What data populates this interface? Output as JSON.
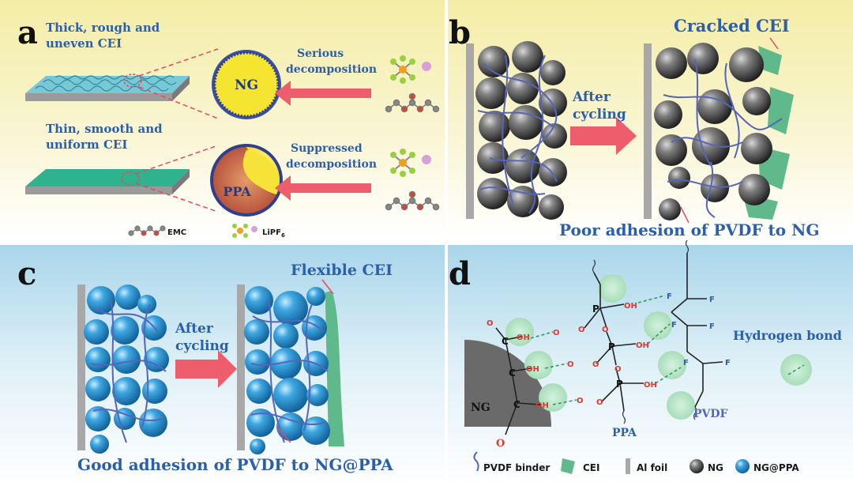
{
  "panels": {
    "a": {
      "letter": "a",
      "thick_cei": [
        "Thick, rough and",
        "uneven CEI"
      ],
      "thin_cei": [
        "Thin, smooth and",
        "uniform CEI"
      ],
      "ng_label": "NG",
      "ppa_label": "PPA",
      "serious": [
        "Serious",
        "decomposition"
      ],
      "suppressed": [
        "Suppressed",
        "decomposition"
      ],
      "emc_label": "EMC",
      "lipf6_label": "LiPF",
      "lipf6_sub": "6"
    },
    "b": {
      "letter": "b",
      "after_cycling": [
        "After",
        "cycling"
      ],
      "cracked_cei": "Cracked CEI",
      "poor_adhesion": "Poor adhesion of PVDF to NG"
    },
    "c": {
      "letter": "c",
      "after_cycling": [
        "After",
        "cycling"
      ],
      "flexible_cei": "Flexible CEI",
      "good_adhesion": "Good adhesion of PVDF to NG@PPA"
    },
    "d": {
      "letter": "d",
      "ng_label": "NG",
      "ppa_label": "PPA",
      "pvdf_label": "PVDF",
      "hydrogen_bond": "Hydrogen bond",
      "atoms": {
        "O": "O",
        "OH": "OH",
        "F": "F",
        "P": "P",
        "C": "C"
      }
    }
  },
  "legend": {
    "pvdf_binder": "PVDF binder",
    "cei": "CEI",
    "al_foil": "Al foil",
    "ng": "NG",
    "ng_ppa": "NG@PPA"
  },
  "colors": {
    "top_band": "#f6f0b4",
    "bottom_band": "#bfe0ee",
    "arrow": "#ee5d6c",
    "blue_text": "#2a5fae",
    "pvdf_line": "#5566b8",
    "cei_green": "#5fb98a",
    "foil": "#a8a8a8",
    "ng_sphere": "#555555",
    "ngppa_sphere": "#3a9fd8",
    "hbond": "#b5e6c8"
  }
}
